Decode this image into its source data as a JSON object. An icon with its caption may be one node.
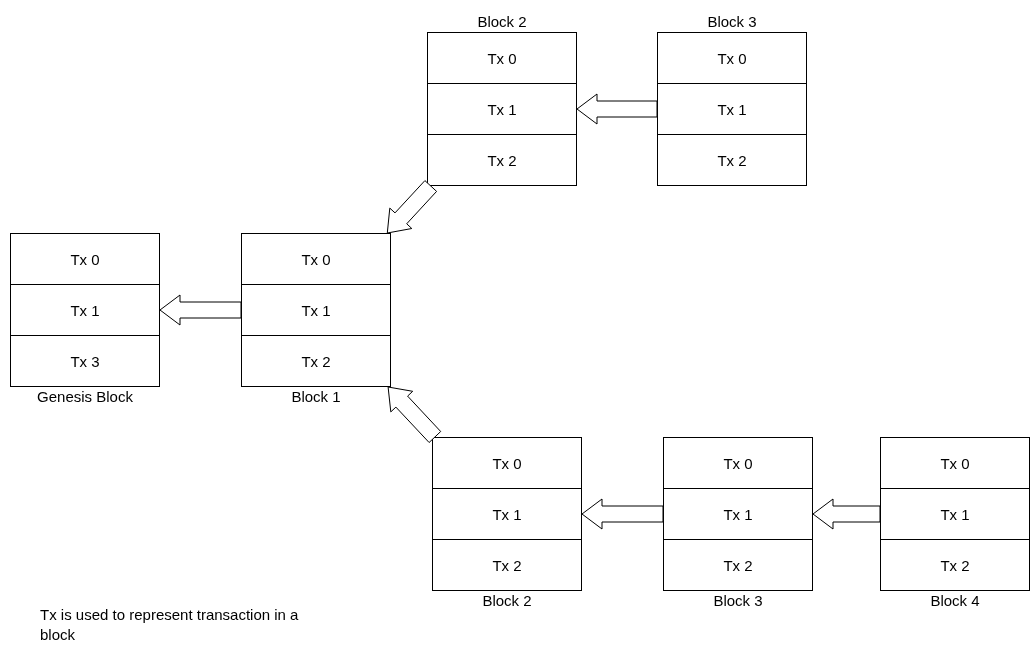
{
  "diagram": {
    "nodes": [
      {
        "text": [
          "Genesis Block"
        ]
      },
      {
        "text": [
          "Tx 0"
        ],
        "in": 0
      },
      {
        "text": [
          "Tx 1"
        ],
        "in": 0
      },
      {
        "text": [
          "Tx 3"
        ],
        "in": 0
      },
      {
        "text": [
          "Block 1"
        ]
      },
      {
        "text": [
          "Tx 0"
        ],
        "in": 4
      },
      {
        "text": [
          "Tx 1"
        ],
        "in": 4
      },
      {
        "text": [
          "Tx 2"
        ],
        "in": 4
      },
      {
        "text": [
          "Block 2"
        ]
      },
      {
        "text": [
          "Tx 0"
        ],
        "in": 8
      },
      {
        "text": [
          "Tx 1"
        ],
        "in": 8
      },
      {
        "text": [
          "Tx 2"
        ],
        "in": 8
      },
      {
        "text": [
          "Block 3"
        ]
      },
      {
        "text": [
          "Tx 0"
        ],
        "in": 12
      },
      {
        "text": [
          "Tx 1"
        ],
        "in": 12
      },
      {
        "text": [
          "Tx 2"
        ],
        "in": 12
      },
      {
        "text": [
          "Block 2"
        ]
      },
      {
        "text": [
          "Tx 0"
        ],
        "in": 16
      },
      {
        "text": [
          "Tx 1"
        ],
        "in": 16
      },
      {
        "text": [
          "Tx 2"
        ],
        "in": 16
      },
      {
        "text": [
          "Block 3"
        ]
      },
      {
        "text": [
          "Tx 0"
        ],
        "in": 20
      },
      {
        "text": [
          "Tx 1"
        ],
        "in": 20
      },
      {
        "text": [
          "Tx 2"
        ],
        "in": 20
      },
      {
        "text": [
          "Block 4"
        ]
      },
      {
        "text": [
          "Tx 0"
        ],
        "in": 24
      },
      {
        "text": [
          "Tx 1"
        ],
        "in": 24
      },
      {
        "text": [
          "Tx 2"
        ],
        "in": 24
      }
    ],
    "edges": [
      {
        "from": 14,
        "to": 10,
        "arrow": "to",
        "style": "thick"
      },
      {
        "from": 8,
        "to": 4,
        "arrow": "to",
        "style": "thick"
      },
      {
        "from": 6,
        "to": 2,
        "arrow": "to",
        "style": "thick"
      },
      {
        "from": 16,
        "to": 4,
        "arrow": "to",
        "style": "thick"
      },
      {
        "from": 22,
        "to": 18,
        "arrow": "to",
        "style": "thick"
      },
      {
        "from": 26,
        "to": 22,
        "arrow": "to",
        "style": "thick"
      }
    ],
    "labels": [
      "Tx is used to represent transaction in a block"
    ]
  }
}
